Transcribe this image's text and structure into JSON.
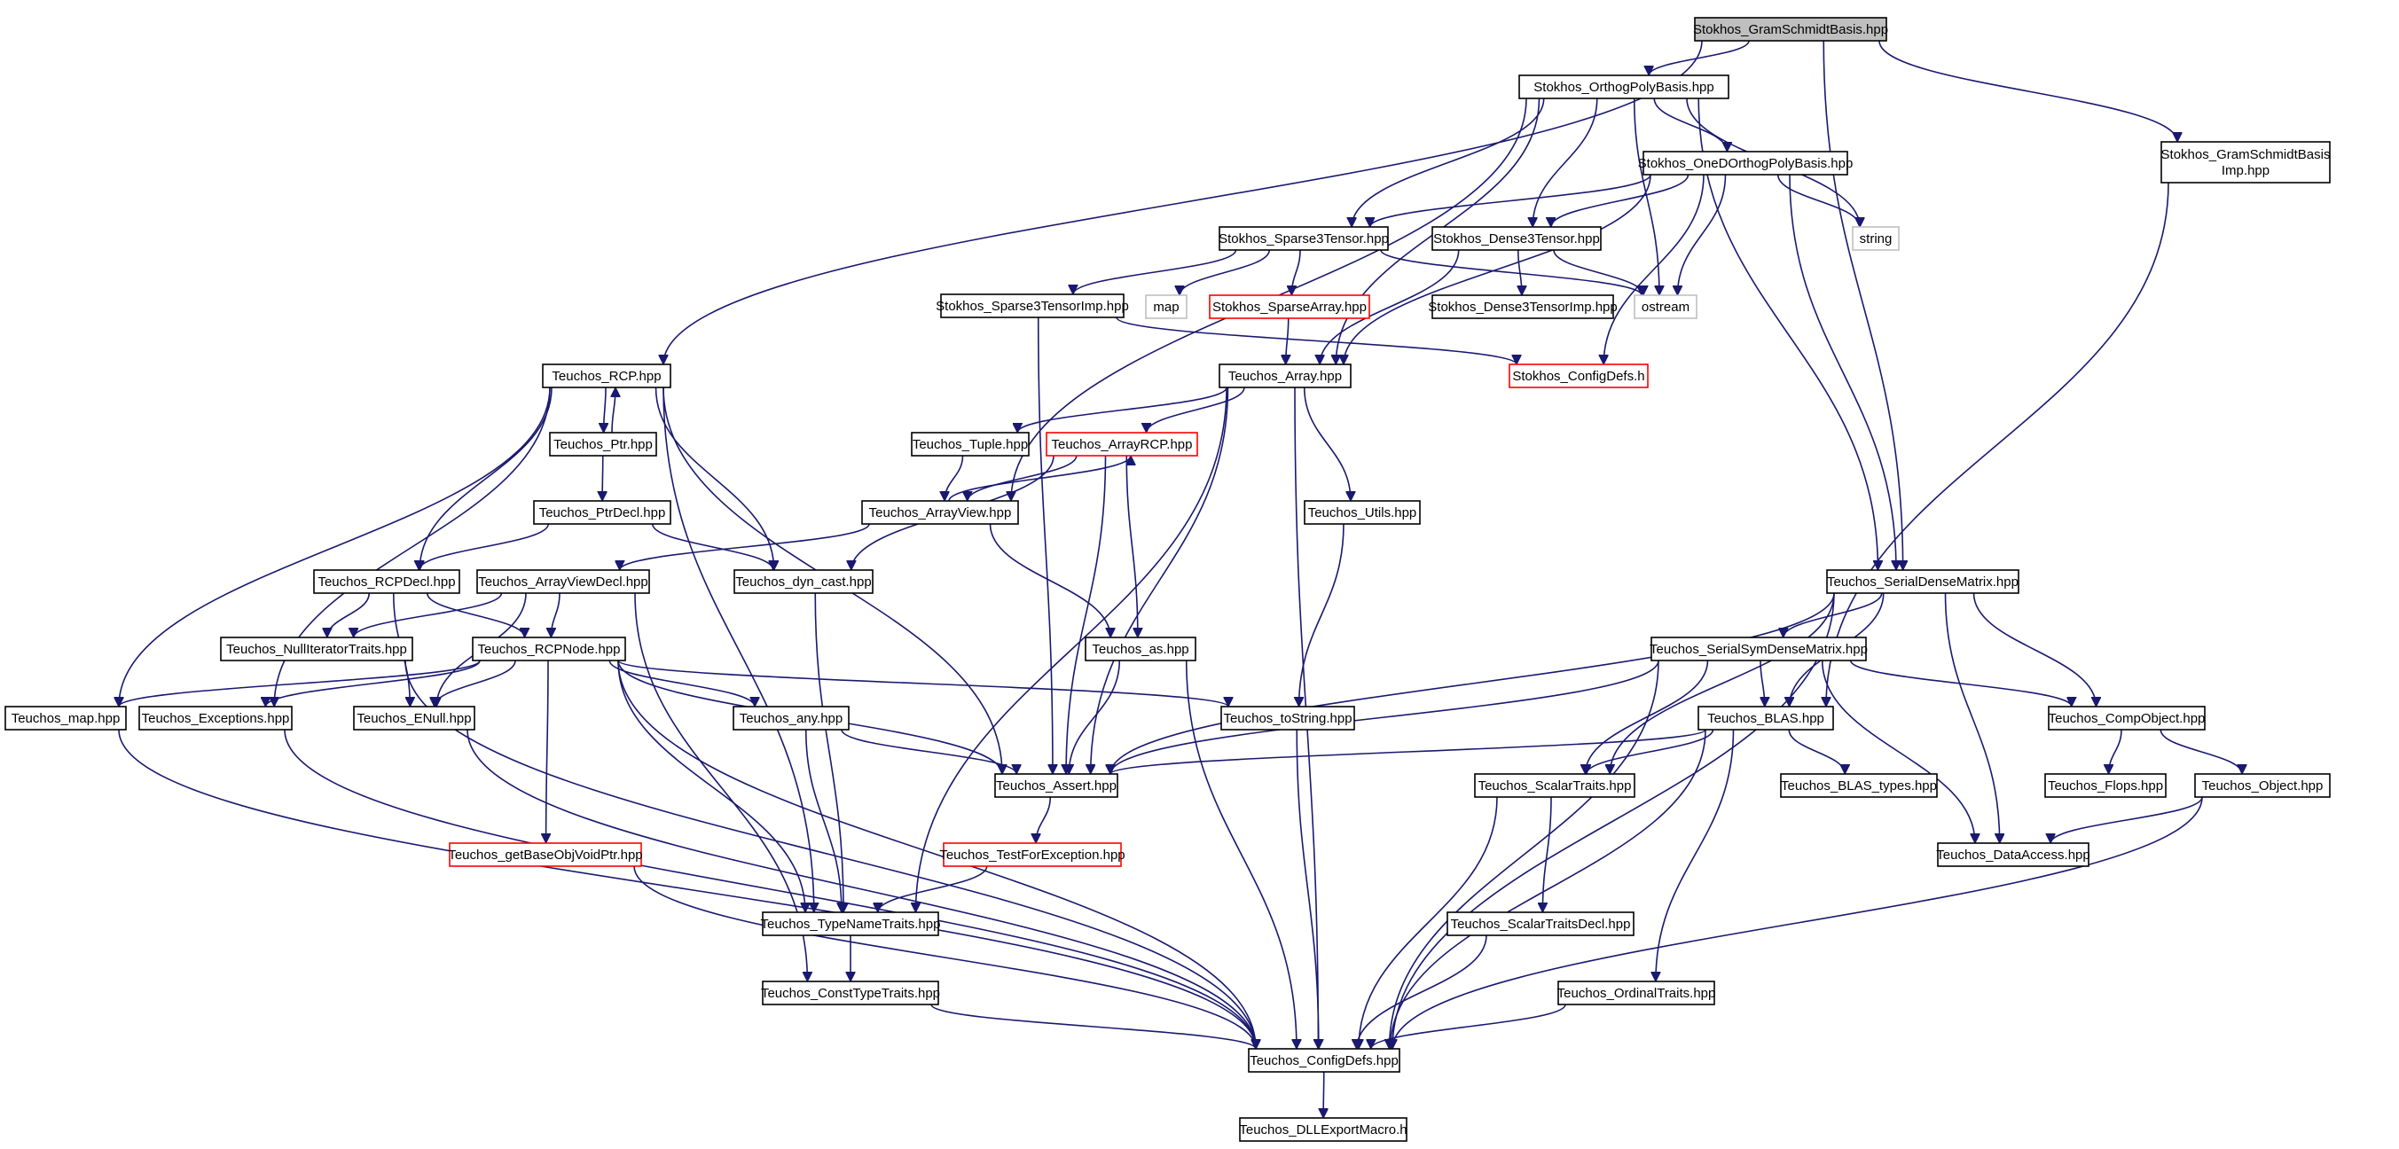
{
  "diagram": {
    "nodes": [
      {
        "id": "root",
        "label": "Stokhos_GramSchmidtBasis.hpp",
        "kind": "root"
      },
      {
        "id": "orthog",
        "label": "Stokhos_OrthogPolyBasis.hpp",
        "kind": "normal"
      },
      {
        "id": "gsimp",
        "label": [
          "Stokhos_GramSchmidtBasis",
          "Imp.hpp"
        ],
        "kind": "normal"
      },
      {
        "id": "oned",
        "label": "Stokhos_OneDOrthogPolyBasis.hpp",
        "kind": "normal"
      },
      {
        "id": "string",
        "label": "string",
        "kind": "external"
      },
      {
        "id": "sparse3",
        "label": "Stokhos_Sparse3Tensor.hpp",
        "kind": "normal"
      },
      {
        "id": "dense3",
        "label": "Stokhos_Dense3Tensor.hpp",
        "kind": "normal"
      },
      {
        "id": "sparse3imp",
        "label": "Stokhos_Sparse3TensorImp.hpp",
        "kind": "normal"
      },
      {
        "id": "map",
        "label": "map",
        "kind": "external"
      },
      {
        "id": "sparsearray",
        "label": "Stokhos_SparseArray.hpp",
        "kind": "truncated"
      },
      {
        "id": "dense3imp",
        "label": "Stokhos_Dense3TensorImp.hpp",
        "kind": "normal"
      },
      {
        "id": "ostream",
        "label": "ostream",
        "kind": "external"
      },
      {
        "id": "rcp",
        "label": "Teuchos_RCP.hpp",
        "kind": "normal"
      },
      {
        "id": "array",
        "label": "Teuchos_Array.hpp",
        "kind": "normal"
      },
      {
        "id": "configstok",
        "label": "Stokhos_ConfigDefs.h",
        "kind": "truncated"
      },
      {
        "id": "ptr",
        "label": "Teuchos_Ptr.hpp",
        "kind": "normal"
      },
      {
        "id": "tuple",
        "label": "Teuchos_Tuple.hpp",
        "kind": "normal"
      },
      {
        "id": "arrayrcp",
        "label": "Teuchos_ArrayRCP.hpp",
        "kind": "truncated"
      },
      {
        "id": "ptrdecl",
        "label": "Teuchos_PtrDecl.hpp",
        "kind": "normal"
      },
      {
        "id": "arrayview",
        "label": "Teuchos_ArrayView.hpp",
        "kind": "normal"
      },
      {
        "id": "utils",
        "label": "Teuchos_Utils.hpp",
        "kind": "normal"
      },
      {
        "id": "rcpdecl",
        "label": "Teuchos_RCPDecl.hpp",
        "kind": "normal"
      },
      {
        "id": "avdecl",
        "label": "Teuchos_ArrayViewDecl.hpp",
        "kind": "normal"
      },
      {
        "id": "dyncast",
        "label": "Teuchos_dyn_cast.hpp",
        "kind": "normal"
      },
      {
        "id": "sdm",
        "label": "Teuchos_SerialDenseMatrix.hpp",
        "kind": "normal"
      },
      {
        "id": "nulliter",
        "label": "Teuchos_NullIteratorTraits.hpp",
        "kind": "normal"
      },
      {
        "id": "rcpnode",
        "label": "Teuchos_RCPNode.hpp",
        "kind": "normal"
      },
      {
        "id": "as",
        "label": "Teuchos_as.hpp",
        "kind": "normal"
      },
      {
        "id": "ssdm",
        "label": "Teuchos_SerialSymDenseMatrix.hpp",
        "kind": "normal"
      },
      {
        "id": "tmap",
        "label": "Teuchos_map.hpp",
        "kind": "normal"
      },
      {
        "id": "exceptions",
        "label": "Teuchos_Exceptions.hpp",
        "kind": "normal"
      },
      {
        "id": "enull",
        "label": "Teuchos_ENull.hpp",
        "kind": "normal"
      },
      {
        "id": "any",
        "label": "Teuchos_any.hpp",
        "kind": "normal"
      },
      {
        "id": "tostring",
        "label": "Teuchos_toString.hpp",
        "kind": "normal"
      },
      {
        "id": "blas",
        "label": "Teuchos_BLAS.hpp",
        "kind": "normal"
      },
      {
        "id": "compobj",
        "label": "Teuchos_CompObject.hpp",
        "kind": "normal"
      },
      {
        "id": "assert",
        "label": "Teuchos_Assert.hpp",
        "kind": "normal"
      },
      {
        "id": "scalartraits",
        "label": "Teuchos_ScalarTraits.hpp",
        "kind": "normal"
      },
      {
        "id": "blastypes",
        "label": "Teuchos_BLAS_types.hpp",
        "kind": "normal"
      },
      {
        "id": "flops",
        "label": "Teuchos_Flops.hpp",
        "kind": "normal"
      },
      {
        "id": "object",
        "label": "Teuchos_Object.hpp",
        "kind": "normal"
      },
      {
        "id": "getbase",
        "label": "Teuchos_getBaseObjVoidPtr.hpp",
        "kind": "truncated"
      },
      {
        "id": "testfor",
        "label": "Teuchos_TestForException.hpp",
        "kind": "truncated"
      },
      {
        "id": "dataaccess",
        "label": "Teuchos_DataAccess.hpp",
        "kind": "normal"
      },
      {
        "id": "typename",
        "label": "Teuchos_TypeNameTraits.hpp",
        "kind": "normal"
      },
      {
        "id": "stdecl",
        "label": "Teuchos_ScalarTraitsDecl.hpp",
        "kind": "normal"
      },
      {
        "id": "consttype",
        "label": "Teuchos_ConstTypeTraits.hpp",
        "kind": "normal"
      },
      {
        "id": "ordinal",
        "label": "Teuchos_OrdinalTraits.hpp",
        "kind": "normal"
      },
      {
        "id": "configdefs",
        "label": "Teuchos_ConfigDefs.hpp",
        "kind": "normal"
      },
      {
        "id": "dll",
        "label": "Teuchos_DLLExportMacro.h",
        "kind": "normal"
      }
    ],
    "edges": [
      [
        "root",
        "orthog"
      ],
      [
        "root",
        "gsimp"
      ],
      [
        "root",
        "rcp"
      ],
      [
        "root",
        "sdm"
      ],
      [
        "orthog",
        "oned"
      ],
      [
        "orthog",
        "string"
      ],
      [
        "orthog",
        "sparse3"
      ],
      [
        "orthog",
        "dense3"
      ],
      [
        "orthog",
        "ostream"
      ],
      [
        "orthog",
        "array"
      ],
      [
        "orthog",
        "arrayview"
      ],
      [
        "orthog",
        "sdm"
      ],
      [
        "oned",
        "string"
      ],
      [
        "oned",
        "sparse3"
      ],
      [
        "oned",
        "dense3"
      ],
      [
        "oned",
        "ostream"
      ],
      [
        "oned",
        "array"
      ],
      [
        "oned",
        "configstok"
      ],
      [
        "oned",
        "sdm"
      ],
      [
        "sparse3",
        "sparse3imp"
      ],
      [
        "sparse3",
        "map"
      ],
      [
        "sparse3",
        "sparsearray"
      ],
      [
        "sparse3",
        "ostream"
      ],
      [
        "dense3",
        "dense3imp"
      ],
      [
        "dense3",
        "ostream"
      ],
      [
        "dense3",
        "array"
      ],
      [
        "sparse3imp",
        "configstok"
      ],
      [
        "sparse3imp",
        "assert"
      ],
      [
        "sparsearray",
        "array"
      ],
      [
        "gsimp",
        "blas"
      ],
      [
        "rcp",
        "ptr"
      ],
      [
        "rcp",
        "rcpdecl"
      ],
      [
        "rcp",
        "dyncast"
      ],
      [
        "rcp",
        "tmap"
      ],
      [
        "rcp",
        "exceptions"
      ],
      [
        "rcp",
        "assert"
      ],
      [
        "rcp",
        "typename"
      ],
      [
        "ptr",
        "rcp"
      ],
      [
        "ptr",
        "ptrdecl"
      ],
      [
        "ptrdecl",
        "rcpdecl"
      ],
      [
        "ptrdecl",
        "dyncast"
      ],
      [
        "array",
        "tuple"
      ],
      [
        "array",
        "arrayrcp"
      ],
      [
        "array",
        "utils"
      ],
      [
        "array",
        "assert"
      ],
      [
        "array",
        "typename"
      ],
      [
        "array",
        "configdefs"
      ],
      [
        "tuple",
        "arrayview"
      ],
      [
        "arrayrcp",
        "arrayview"
      ],
      [
        "arrayrcp",
        "as"
      ],
      [
        "arrayrcp",
        "dyncast"
      ],
      [
        "arrayrcp",
        "assert"
      ],
      [
        "arrayview",
        "arrayrcp"
      ],
      [
        "arrayview",
        "avdecl"
      ],
      [
        "arrayview",
        "as"
      ],
      [
        "utils",
        "tostring"
      ],
      [
        "rcpdecl",
        "rcpnode"
      ],
      [
        "rcpdecl",
        "nulliter"
      ],
      [
        "rcpdecl",
        "enull"
      ],
      [
        "avdecl",
        "rcpnode"
      ],
      [
        "avdecl",
        "nulliter"
      ],
      [
        "avdecl",
        "enull"
      ],
      [
        "avdecl",
        "consttype"
      ],
      [
        "dyncast",
        "typename"
      ],
      [
        "rcpnode",
        "tmap"
      ],
      [
        "rcpnode",
        "exceptions"
      ],
      [
        "rcpnode",
        "enull"
      ],
      [
        "rcpnode",
        "any"
      ],
      [
        "rcpnode",
        "assert"
      ],
      [
        "rcpnode",
        "tostring"
      ],
      [
        "rcpnode",
        "getbase"
      ],
      [
        "rcpnode",
        "typename"
      ],
      [
        "rcpnode",
        "configdefs"
      ],
      [
        "nulliter",
        "configdefs"
      ],
      [
        "as",
        "assert"
      ],
      [
        "as",
        "configdefs"
      ],
      [
        "tmap",
        "configdefs"
      ],
      [
        "exceptions",
        "configdefs"
      ],
      [
        "enull",
        "configdefs"
      ],
      [
        "any",
        "assert"
      ],
      [
        "any",
        "typename"
      ],
      [
        "tostring",
        "configdefs"
      ],
      [
        "assert",
        "testfor"
      ],
      [
        "testfor",
        "typename"
      ],
      [
        "typename",
        "consttype"
      ],
      [
        "consttype",
        "configdefs"
      ],
      [
        "getbase",
        "configdefs"
      ],
      [
        "sdm",
        "ssdm"
      ],
      [
        "sdm",
        "compobj"
      ],
      [
        "sdm",
        "blas"
      ],
      [
        "sdm",
        "scalartraits"
      ],
      [
        "sdm",
        "dataaccess"
      ],
      [
        "sdm",
        "assert"
      ],
      [
        "sdm",
        "configdefs"
      ],
      [
        "ssdm",
        "compobj"
      ],
      [
        "ssdm",
        "blas"
      ],
      [
        "ssdm",
        "scalartraits"
      ],
      [
        "ssdm",
        "dataaccess"
      ],
      [
        "ssdm",
        "assert"
      ],
      [
        "ssdm",
        "configdefs"
      ],
      [
        "blas",
        "blastypes"
      ],
      [
        "blas",
        "scalartraits"
      ],
      [
        "blas",
        "ordinal"
      ],
      [
        "blas",
        "assert"
      ],
      [
        "blas",
        "configdefs"
      ],
      [
        "compobj",
        "flops"
      ],
      [
        "compobj",
        "object"
      ],
      [
        "object",
        "dataaccess"
      ],
      [
        "object",
        "configdefs"
      ],
      [
        "scalartraits",
        "stdecl"
      ],
      [
        "scalartraits",
        "configdefs"
      ],
      [
        "stdecl",
        "configdefs"
      ],
      [
        "ordinal",
        "configdefs"
      ],
      [
        "configdefs",
        "dll"
      ]
    ]
  }
}
